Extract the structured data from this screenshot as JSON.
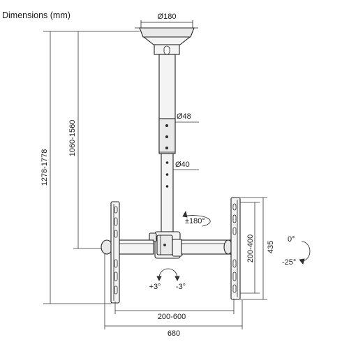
{
  "title": "Dimensions (mm)",
  "labels": {
    "diameter_top": "Ø180",
    "diameter_upper_pole": "Ø48",
    "diameter_lower_pole": "Ø40",
    "height_total": "1278-1778",
    "height_pole": "1060-1560",
    "rotation": "±180°",
    "tilt_plus": "+3°",
    "tilt_minus": "-3°",
    "vesa_vertical": "200-400",
    "plate_height": "435",
    "swivel_up": "0°",
    "swivel_down": "-25°",
    "vesa_horizontal": "200-600",
    "width_total": "680"
  },
  "colors": {
    "line": "#222222",
    "fill": "#f4f4f4",
    "text": "#1a1a1a"
  }
}
